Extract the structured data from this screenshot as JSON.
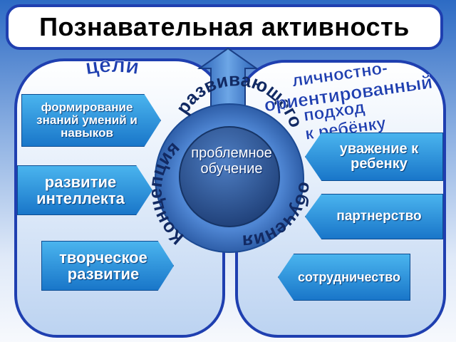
{
  "title": "Познавательная активность",
  "goals_heading": "цели",
  "goals": [
    "формирование знаний умений и навыков",
    "развитие интеллекта",
    "творческое развитие"
  ],
  "approach_heading": [
    "личностно-",
    "ориентированный",
    "подход",
    "к ребёнку"
  ],
  "approach_items": [
    "уважение к ребенку",
    "партнерство",
    "сотрудничество"
  ],
  "ring_word_left": "Концепция",
  "ring_word_top": "развивающего",
  "ring_word_right": "обучения",
  "center_text": "проблемное обучение",
  "colors": {
    "frame_blue": "#1f3fb0",
    "arrow_blue": "#1976c9",
    "circle_dark": "#2a4f8e",
    "heading_blue": "#1f3fb0"
  }
}
